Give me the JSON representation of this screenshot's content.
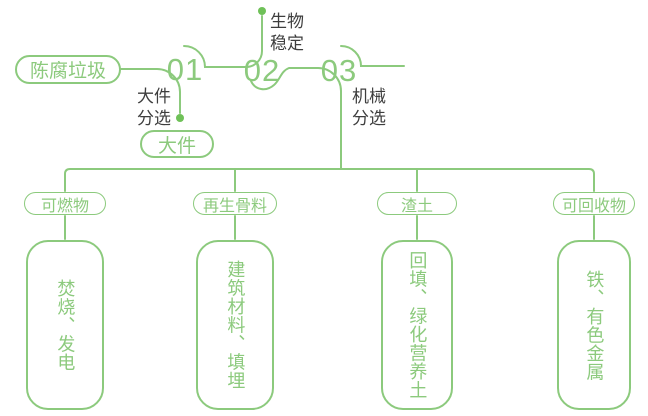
{
  "diagram": {
    "source": {
      "label": "陈腐垃圾"
    },
    "steps": [
      {
        "number": "01",
        "label_line1": "大件",
        "label_line2": "分选",
        "output": "大件"
      },
      {
        "number": "02",
        "label_line1": "生物",
        "label_line2": "稳定"
      },
      {
        "number": "03",
        "label_line1": "机械",
        "label_line2": "分选"
      }
    ],
    "branches": [
      {
        "category": "可燃物",
        "result": "焚烧、发电"
      },
      {
        "category": "再生骨料",
        "result": "建筑材料、填埋"
      },
      {
        "category": "渣土",
        "result": "回填、绿化营养土"
      },
      {
        "category": "可回收物",
        "result": "铁、有色金属"
      }
    ],
    "colors": {
      "line_green": "#8cca7d",
      "dot_green": "#6fc158",
      "text_dark": "#3e3e3e",
      "background": "#ffffff"
    }
  }
}
